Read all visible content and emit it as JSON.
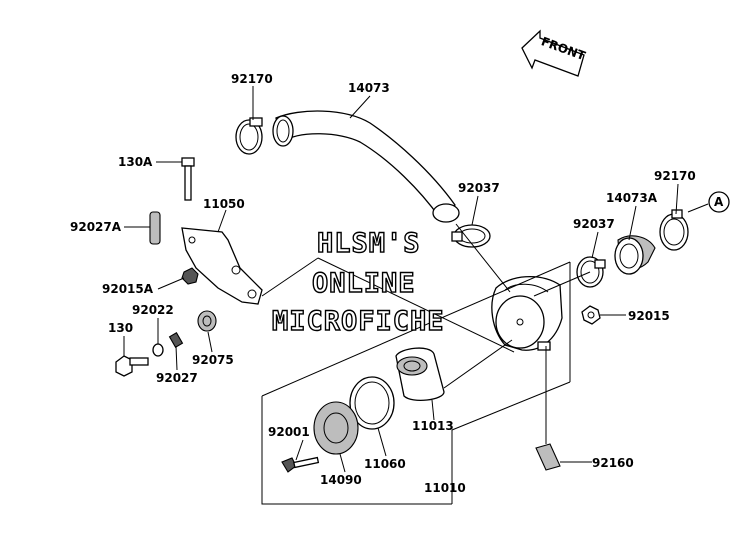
{
  "front_arrow": {
    "label": "FRONT"
  },
  "watermark": {
    "line1": "HLSM'S",
    "line2": "ONLINE",
    "line3": "MICROFICHE"
  },
  "callout_ref": "A",
  "parts": [
    {
      "id": "p-92170-top",
      "label": "92170"
    },
    {
      "id": "p-14073",
      "label": "14073"
    },
    {
      "id": "p-130a",
      "label": "130A"
    },
    {
      "id": "p-11050",
      "label": "11050"
    },
    {
      "id": "p-92027a",
      "label": "92027A"
    },
    {
      "id": "p-92015a",
      "label": "92015A"
    },
    {
      "id": "p-92022",
      "label": "92022"
    },
    {
      "id": "p-130",
      "label": "130"
    },
    {
      "id": "p-92027",
      "label": "92027"
    },
    {
      "id": "p-92075",
      "label": "92075"
    },
    {
      "id": "p-92037-mid",
      "label": "92037"
    },
    {
      "id": "p-14073a",
      "label": "14073A"
    },
    {
      "id": "p-92170-right",
      "label": "92170"
    },
    {
      "id": "p-92037-right",
      "label": "92037"
    },
    {
      "id": "p-92015",
      "label": "92015"
    },
    {
      "id": "p-11013",
      "label": "11013"
    },
    {
      "id": "p-92001",
      "label": "92001"
    },
    {
      "id": "p-11060",
      "label": "11060"
    },
    {
      "id": "p-14090",
      "label": "14090"
    },
    {
      "id": "p-11010",
      "label": "11010"
    },
    {
      "id": "p-92160",
      "label": "92160"
    }
  ]
}
